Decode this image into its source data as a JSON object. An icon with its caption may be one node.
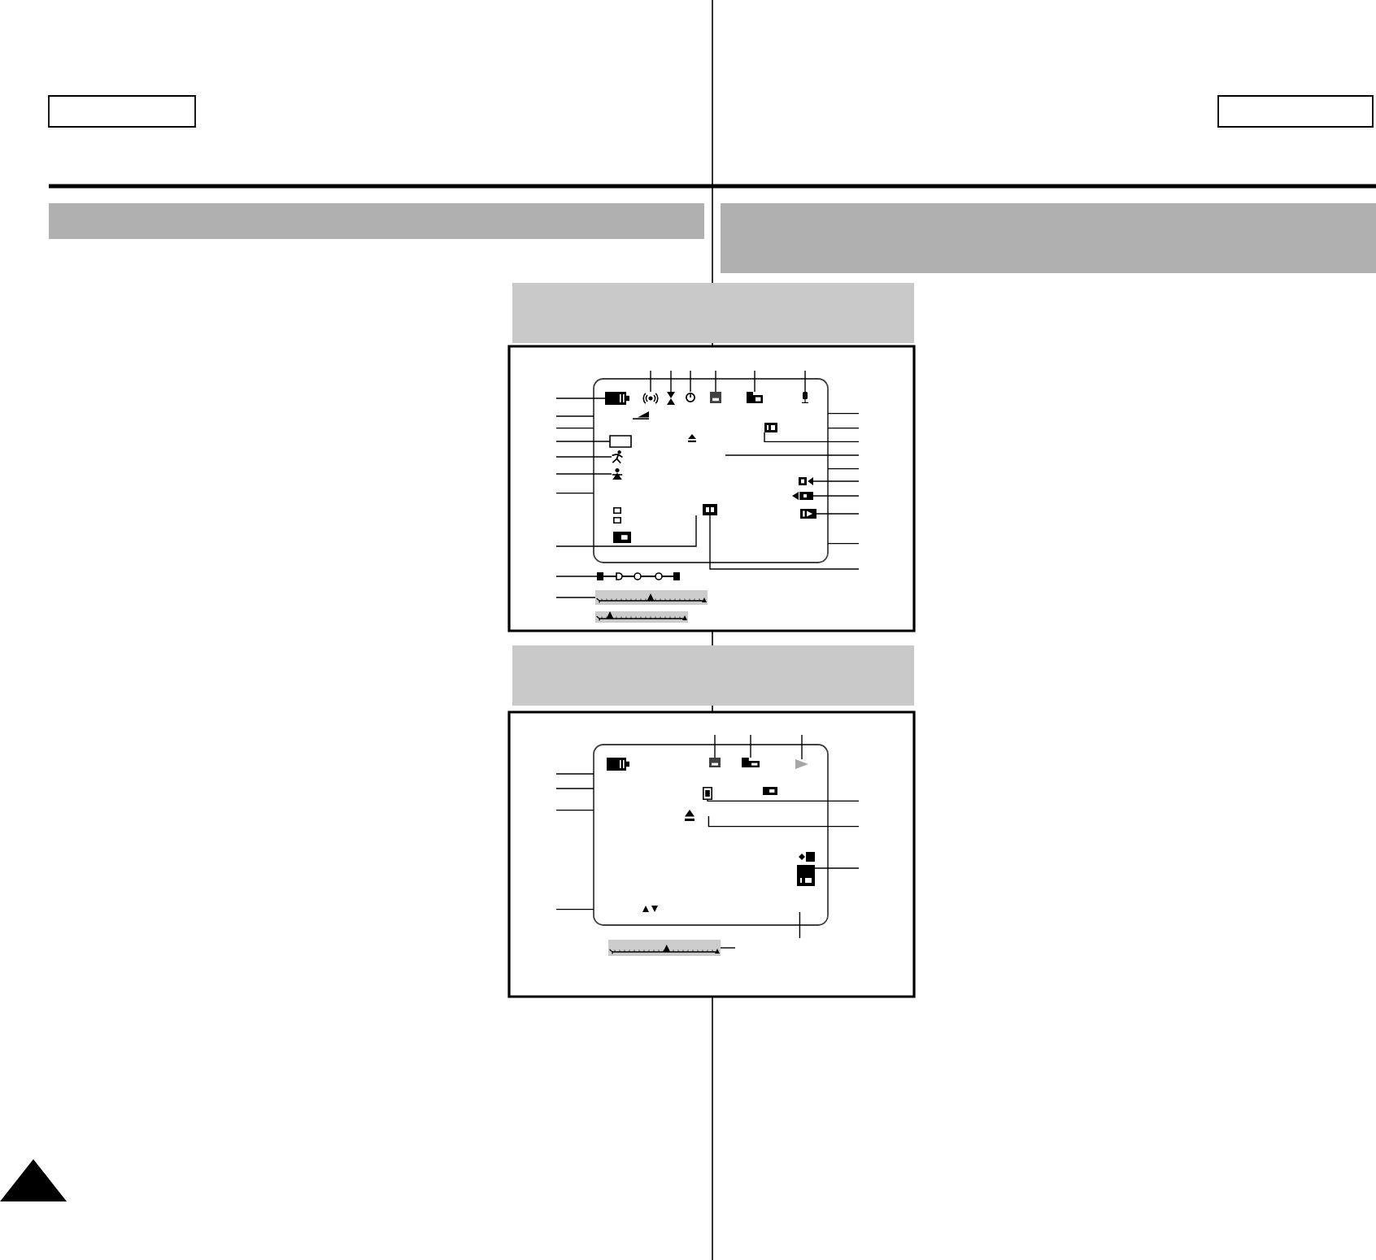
{
  "diagram": {
    "nodes": [
      {
        "text": [],
        "shape": "box"
      },
      {
        "text": [],
        "shape": "box"
      },
      {
        "text": [],
        "shape": "bar"
      },
      {
        "text": [],
        "shape": "bar"
      },
      {
        "text": [],
        "shape": "bar"
      },
      {
        "text": [],
        "shape": "box"
      },
      {
        "text": [],
        "shape": "box",
        "in": 5
      },
      {
        "text": [],
        "shape": "picture",
        "in": 6
      },
      {
        "text": [],
        "shape": "picture",
        "in": 6
      },
      {
        "text": [],
        "shape": "picture",
        "in": 6
      },
      {
        "text": [],
        "shape": "picture",
        "in": 6
      },
      {
        "text": [],
        "shape": "picture",
        "in": 6
      },
      {
        "text": [],
        "shape": "picture",
        "in": 6
      },
      {
        "text": [],
        "shape": "picture",
        "in": 6
      },
      {
        "text": [],
        "shape": "box",
        "in": 6
      },
      {
        "text": [],
        "shape": "picture",
        "in": 6
      },
      {
        "text": [],
        "shape": "picture",
        "in": 6
      },
      {
        "text": [],
        "shape": "picture",
        "in": 6
      },
      {
        "text": [],
        "shape": "picture",
        "in": 6
      },
      {
        "text": [],
        "shape": "picture",
        "in": 6
      },
      {
        "text": [],
        "shape": "picture",
        "in": 6
      },
      {
        "text": [],
        "shape": "picture",
        "in": 6
      },
      {
        "text": [],
        "shape": "picture",
        "in": 5
      },
      {
        "text": [],
        "shape": "picture",
        "in": 5
      },
      {
        "text": [],
        "shape": "bar"
      },
      {
        "text": [],
        "shape": "box"
      },
      {
        "text": [],
        "shape": "box",
        "in": 25
      },
      {
        "text": [],
        "shape": "picture",
        "in": 26
      },
      {
        "text": [],
        "shape": "picture",
        "in": 26
      },
      {
        "text": [],
        "shape": "picture",
        "in": 26
      },
      {
        "text": [],
        "shape": "picture",
        "in": 26
      },
      {
        "text": [],
        "shape": "picture",
        "in": 26
      },
      {
        "text": [],
        "shape": "picture",
        "in": 25
      }
    ],
    "edges": [
      {
        "from": null,
        "to": 7,
        "arrow": "none"
      },
      {
        "from": null,
        "to": 8,
        "arrow": "none"
      },
      {
        "from": null,
        "to": 9,
        "arrow": "none"
      },
      {
        "from": null,
        "to": 10,
        "arrow": "none"
      },
      {
        "from": null,
        "to": 11,
        "arrow": "none"
      },
      {
        "from": null,
        "to": 12,
        "arrow": "none"
      },
      {
        "from": null,
        "to": 13,
        "arrow": "none"
      },
      {
        "from": null,
        "to": 6,
        "arrow": "none"
      },
      {
        "from": null,
        "to": 6,
        "arrow": "none"
      },
      {
        "from": null,
        "to": 14,
        "arrow": "none"
      },
      {
        "from": null,
        "to": 15,
        "arrow": "none"
      },
      {
        "from": null,
        "to": 16,
        "arrow": "none"
      },
      {
        "from": null,
        "to": 6,
        "arrow": "none"
      },
      {
        "from": null,
        "to": 21,
        "arrow": "none"
      },
      {
        "from": null,
        "to": 22,
        "arrow": "none"
      },
      {
        "from": null,
        "to": 23,
        "arrow": "none"
      },
      {
        "from": null,
        "to": 6,
        "arrow": "none"
      },
      {
        "from": null,
        "to": 6,
        "arrow": "none"
      },
      {
        "from": null,
        "to": 17,
        "arrow": "none"
      },
      {
        "from": null,
        "to": 6,
        "arrow": "none"
      },
      {
        "from": null,
        "to": 6,
        "arrow": "none"
      },
      {
        "from": null,
        "to": 18,
        "arrow": "none"
      },
      {
        "from": null,
        "to": 19,
        "arrow": "none"
      },
      {
        "from": null,
        "to": 20,
        "arrow": "none"
      },
      {
        "from": null,
        "to": 6,
        "arrow": "none"
      },
      {
        "from": null,
        "to": 21,
        "arrow": "none"
      },
      {
        "from": null,
        "to": 27,
        "arrow": "none"
      },
      {
        "from": null,
        "to": 28,
        "arrow": "none"
      },
      {
        "from": null,
        "to": 29,
        "arrow": "none"
      },
      {
        "from": null,
        "to": 26,
        "arrow": "none"
      },
      {
        "from": null,
        "to": 26,
        "arrow": "none"
      },
      {
        "from": null,
        "to": 26,
        "arrow": "none"
      },
      {
        "from": null,
        "to": 26,
        "arrow": "none"
      },
      {
        "from": null,
        "to": 30,
        "arrow": "none"
      },
      {
        "from": null,
        "to": 30,
        "arrow": "none"
      },
      {
        "from": null,
        "to": 31,
        "arrow": "none"
      },
      {
        "from": null,
        "to": 26,
        "arrow": "none"
      },
      {
        "from": null,
        "to": 32,
        "arrow": "none"
      }
    ]
  }
}
